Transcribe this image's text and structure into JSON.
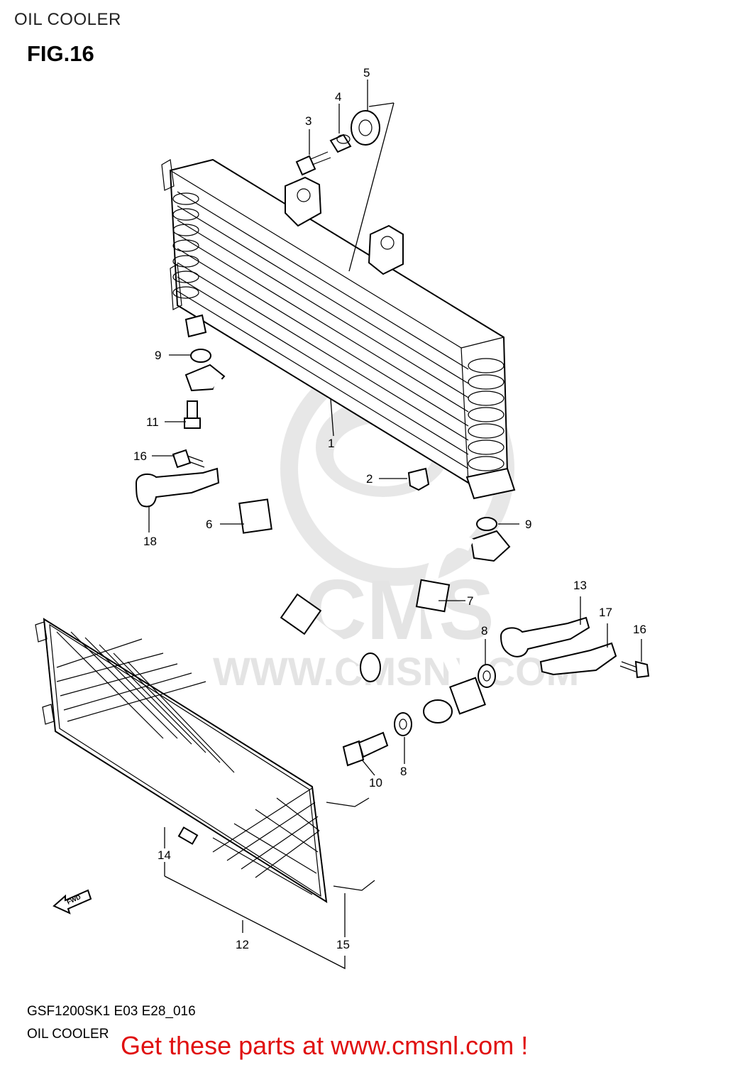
{
  "header": {
    "title": "OIL COOLER"
  },
  "figure": {
    "label": "FIG.16"
  },
  "watermark": {
    "text": "WWW.CMSNL.COM",
    "logo": "CMS"
  },
  "callouts": [
    {
      "id": "c1",
      "text": "1"
    },
    {
      "id": "c2",
      "text": "2"
    },
    {
      "id": "c3",
      "text": "3"
    },
    {
      "id": "c4",
      "text": "4"
    },
    {
      "id": "c5",
      "text": "5"
    },
    {
      "id": "c6",
      "text": "6"
    },
    {
      "id": "c7",
      "text": "7"
    },
    {
      "id": "c8a",
      "text": "8"
    },
    {
      "id": "c8b",
      "text": "8"
    },
    {
      "id": "c9a",
      "text": "9"
    },
    {
      "id": "c9b",
      "text": "9"
    },
    {
      "id": "c10",
      "text": "10"
    },
    {
      "id": "c11",
      "text": "11"
    },
    {
      "id": "c12",
      "text": "12"
    },
    {
      "id": "c13",
      "text": "13"
    },
    {
      "id": "c14",
      "text": "14"
    },
    {
      "id": "c15",
      "text": "15"
    },
    {
      "id": "c16a",
      "text": "16"
    },
    {
      "id": "c16b",
      "text": "16"
    },
    {
      "id": "c17",
      "text": "17"
    },
    {
      "id": "c18",
      "text": "18"
    }
  ],
  "fwd_arrow": {
    "text": "FWD"
  },
  "footer": {
    "code": "GSF1200SK1 E03 E28_016",
    "name": "OIL COOLER",
    "cta": "Get these parts at www.cmsnl.com !",
    "cta_color": "#e01010"
  }
}
